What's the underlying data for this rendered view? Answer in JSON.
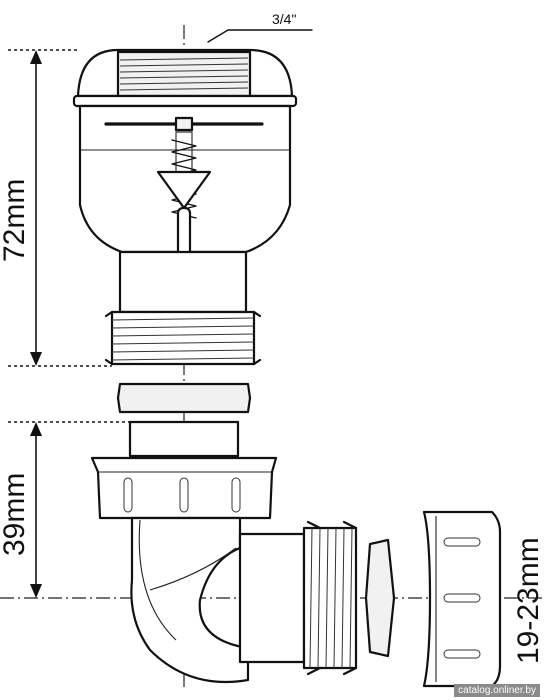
{
  "labels": {
    "thread_size": "3/4\"",
    "height_top": "72mm",
    "height_bottom": "39mm",
    "pipe_range": "19-23mm"
  },
  "watermark": "catalog.onliner.by"
}
